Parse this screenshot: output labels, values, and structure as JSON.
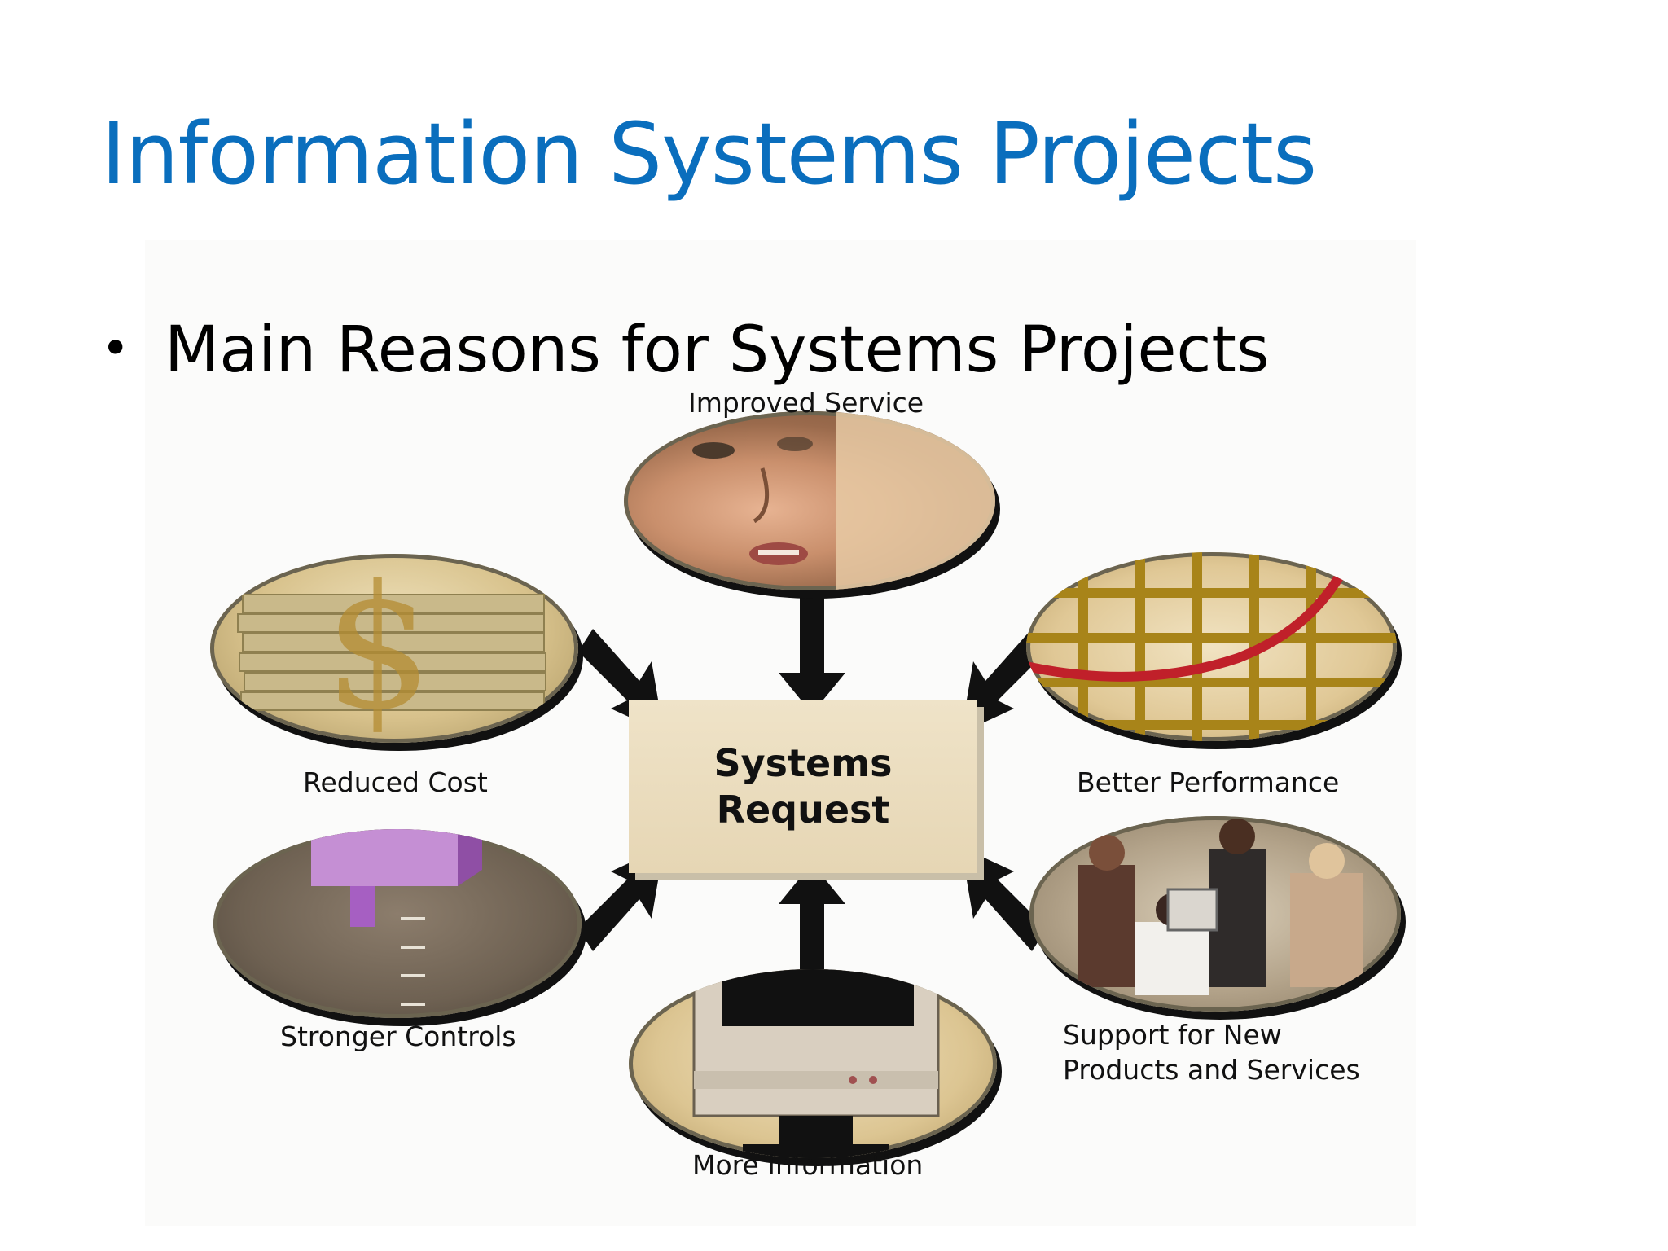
{
  "slide": {
    "title": "Information Systems Projects",
    "bullet": "Main Reasons for Systems Projects"
  },
  "diagram": {
    "center": {
      "line1": "Systems",
      "line2": "Request"
    },
    "reasons": {
      "improved_service": "Improved Service",
      "reduced_cost": "Reduced Cost",
      "better_performance": "Better Performance",
      "stronger_controls": "Stronger Controls",
      "support_line1": "Support for New",
      "support_line2": "Products and Services",
      "more_information": "More Information"
    },
    "colors": {
      "title": "#0a6ebd",
      "box": "#e9dcc0",
      "arrow": "#111111"
    }
  }
}
